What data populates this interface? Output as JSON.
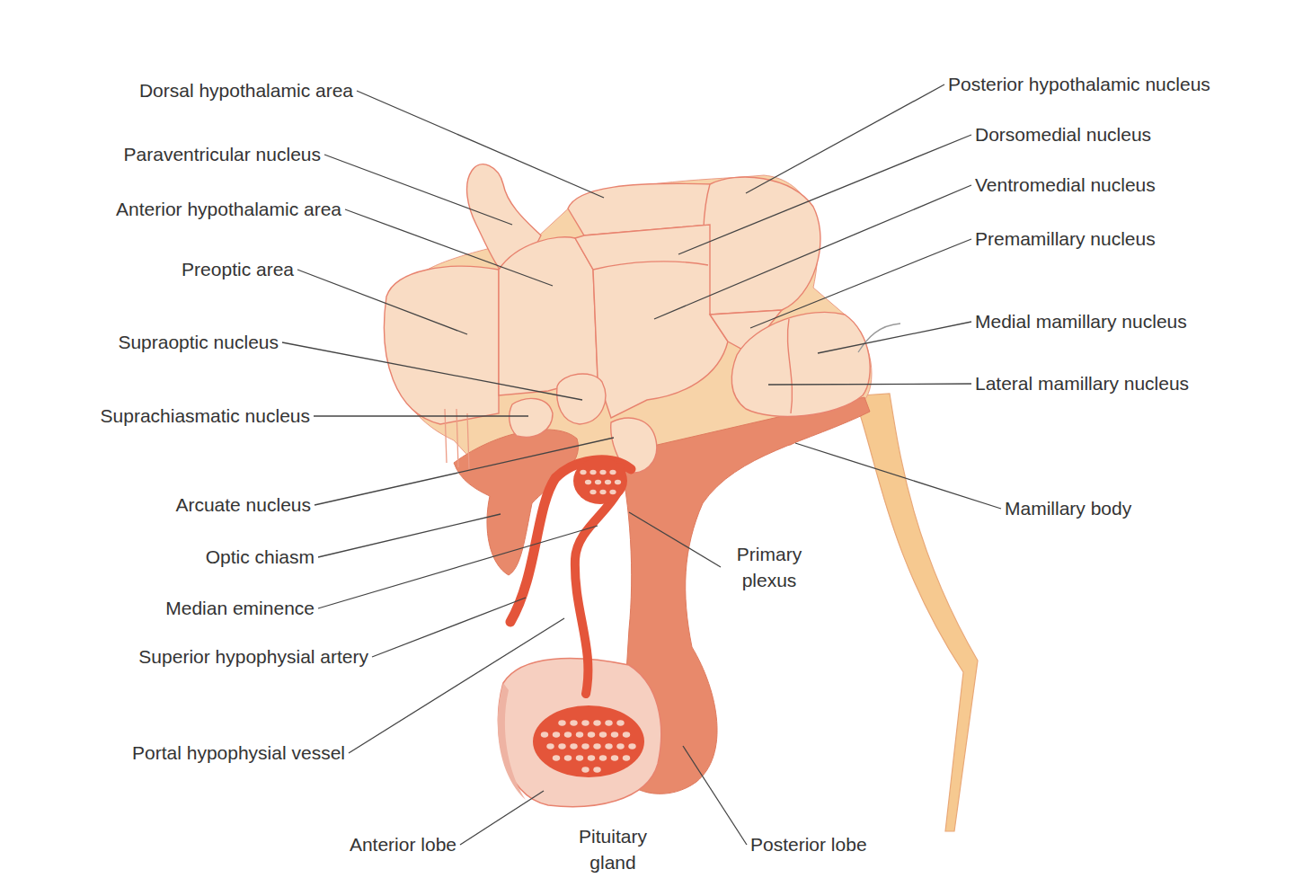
{
  "diagram": {
    "labels": [
      "Dorsal hypothalamic area",
      "Paraventricular nucleus",
      "Anterior hypothalamic area",
      "Preoptic area",
      "Supraoptic nucleus",
      "Suprachiasmatic nucleus",
      "Arcuate nucleus",
      "Optic chiasm",
      "Median eminence",
      "Superior hypophysial artery",
      "Portal hypophysial vessel",
      "Anterior lobe",
      "Pituitary gland",
      "Posterior lobe",
      "Posterior hypothalamic nucleus",
      "Dorsomedial nucleus",
      "Ventromedial nucleus",
      "Premamillary nucleus",
      "Medial mamillary nucleus",
      "Lateral mamillary nucleus",
      "Mamillary body",
      "Primary plexus"
    ]
  }
}
